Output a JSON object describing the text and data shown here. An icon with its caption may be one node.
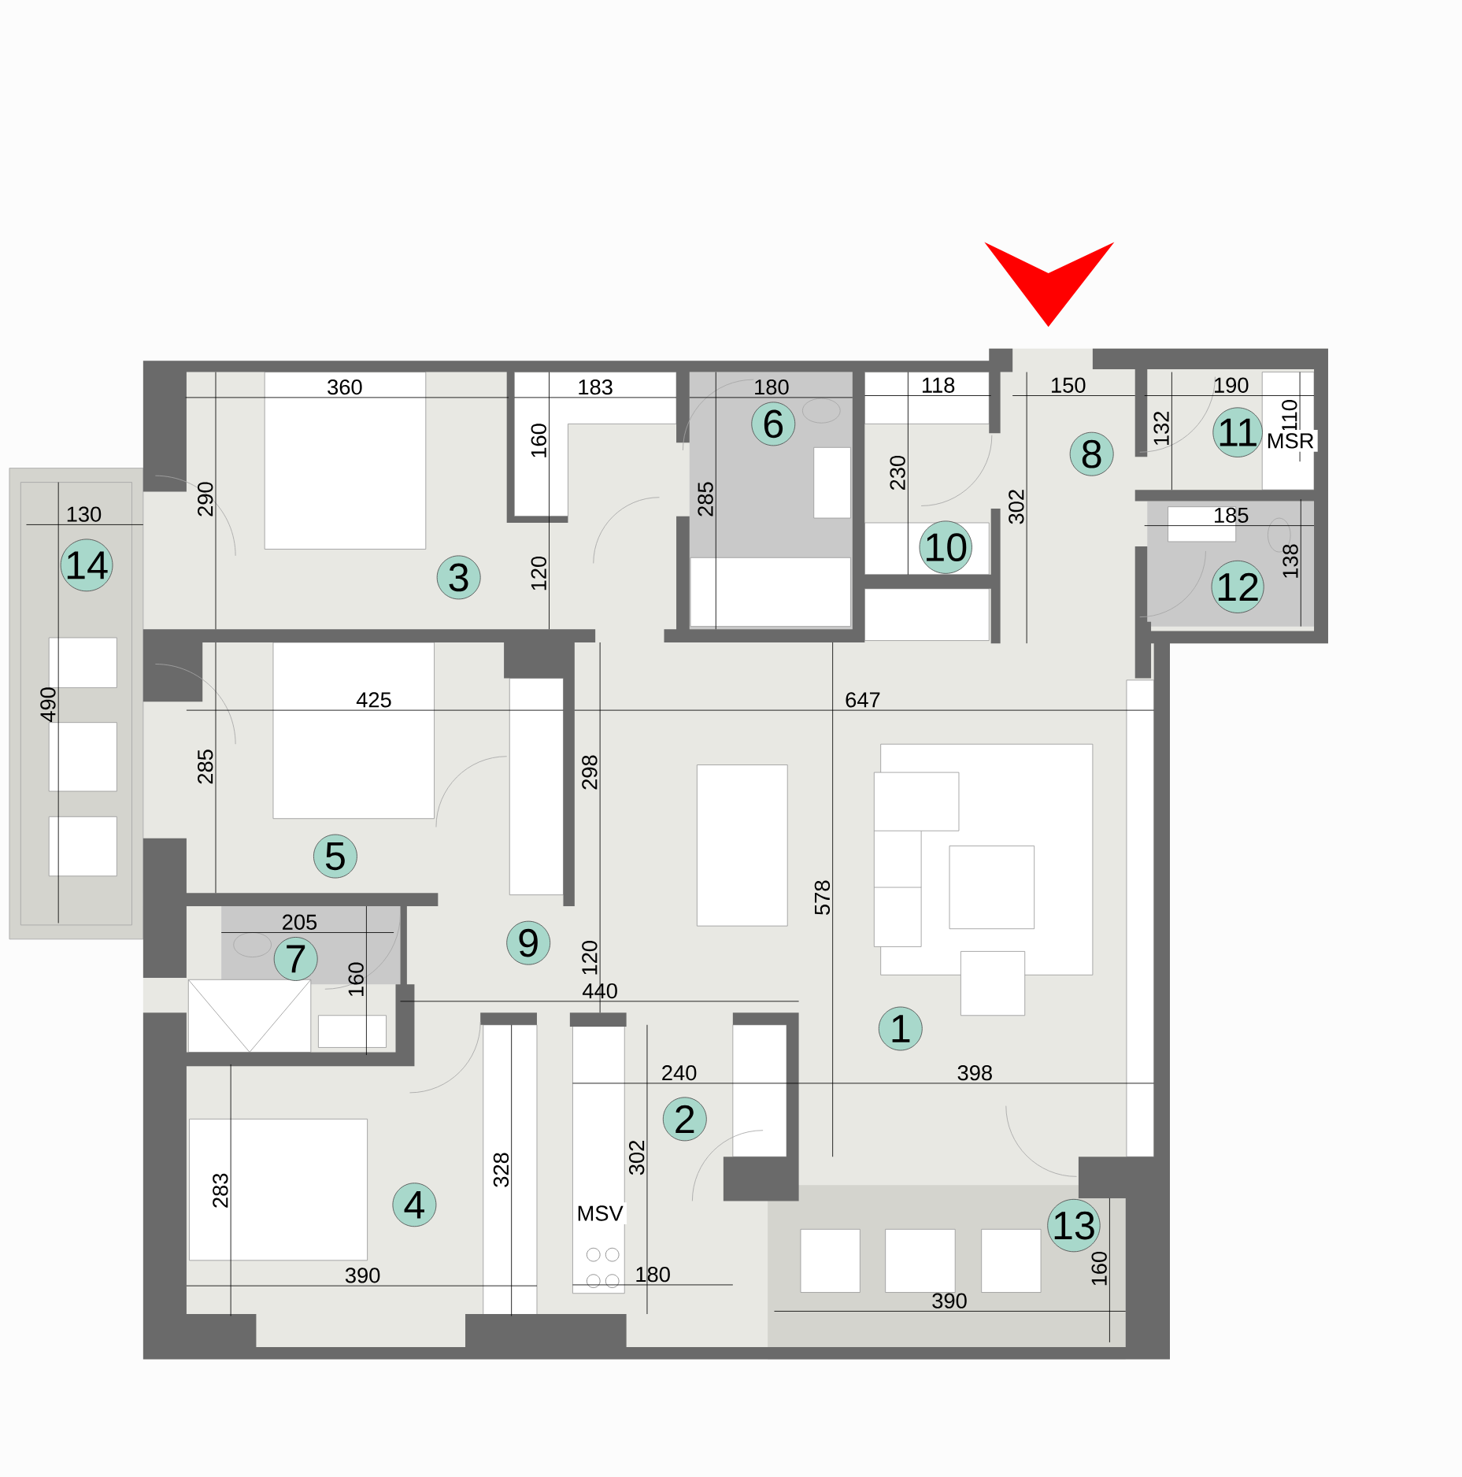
{
  "diagram": {
    "nodes": [
      {
        "text": [
          "1"
        ]
      },
      {
        "text": [
          "2"
        ]
      },
      {
        "text": [
          "3"
        ]
      },
      {
        "text": [
          "4"
        ]
      },
      {
        "text": [
          "5"
        ]
      },
      {
        "text": [
          "6"
        ]
      },
      {
        "text": [
          "7"
        ]
      },
      {
        "text": [
          "8"
        ]
      },
      {
        "text": [
          "9"
        ]
      },
      {
        "text": [
          "10"
        ]
      },
      {
        "text": [
          "11"
        ]
      },
      {
        "text": [
          "12"
        ]
      },
      {
        "text": [
          "13"
        ]
      },
      {
        "text": [
          "14"
        ]
      }
    ],
    "labels": [
      "360",
      "183",
      "180",
      "118",
      "150",
      "190",
      "132",
      "110",
      "MSR",
      "160",
      "290",
      "285",
      "230",
      "302",
      "130",
      "185",
      "120",
      "138",
      "490",
      "425",
      "647",
      "285",
      "298",
      "578",
      "205",
      "160",
      "120",
      "440",
      "240",
      "398",
      "328",
      "302",
      "MSV",
      "283",
      "390",
      "180",
      "390",
      "160"
    ]
  }
}
